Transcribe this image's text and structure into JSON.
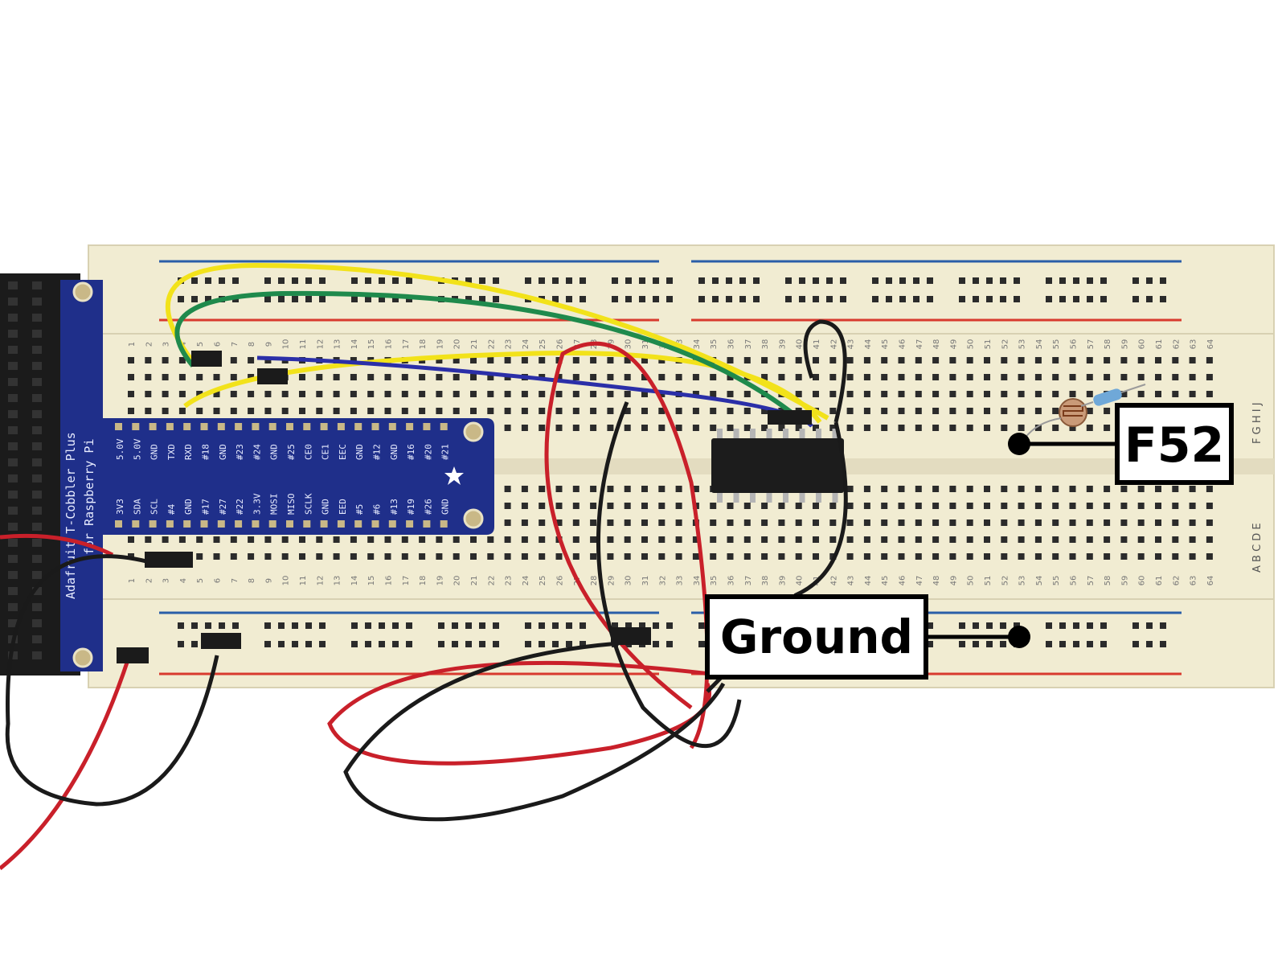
{
  "callouts": {
    "f52": "F52",
    "ground": "Ground"
  },
  "cobbler": {
    "title_line1": "Adafruit T-Cobbler Plus",
    "title_line2": "for Raspberry Pi",
    "top_pins": [
      "5.0V",
      "5.0V",
      "GND",
      "TXD",
      "RXD",
      "#18",
      "GND",
      "#23",
      "#24",
      "GND",
      "#25",
      "CE0",
      "CE1",
      "EEC",
      "GND",
      "#12",
      "GND",
      "#16",
      "#20",
      "#21"
    ],
    "bottom_pins": [
      "3V3",
      "SDA",
      "SCL",
      "#4",
      "GND",
      "#17",
      "#27",
      "#22",
      "3.3V",
      "MOSI",
      "MISO",
      "SCLK",
      "GND",
      "EED",
      "#5",
      "#6",
      "#13",
      "#19",
      "#26",
      "GND"
    ]
  },
  "breadboard": {
    "row_letters_top": "F G H I J",
    "row_letters_bottom": "A B C D E",
    "column_count": 64
  },
  "colors": {
    "board": "#f1ecd2",
    "hole": "#2b2b2b",
    "rail_red": "#d83a2e",
    "rail_blue": "#2a5ea8",
    "cobbler_pcb": "#1f2f8a",
    "wire_yellow": "#f2e21a",
    "wire_green": "#1f8a4c",
    "wire_blue": "#2b2fa8",
    "wire_red": "#c9202a",
    "wire_black": "#1a1a1a"
  }
}
